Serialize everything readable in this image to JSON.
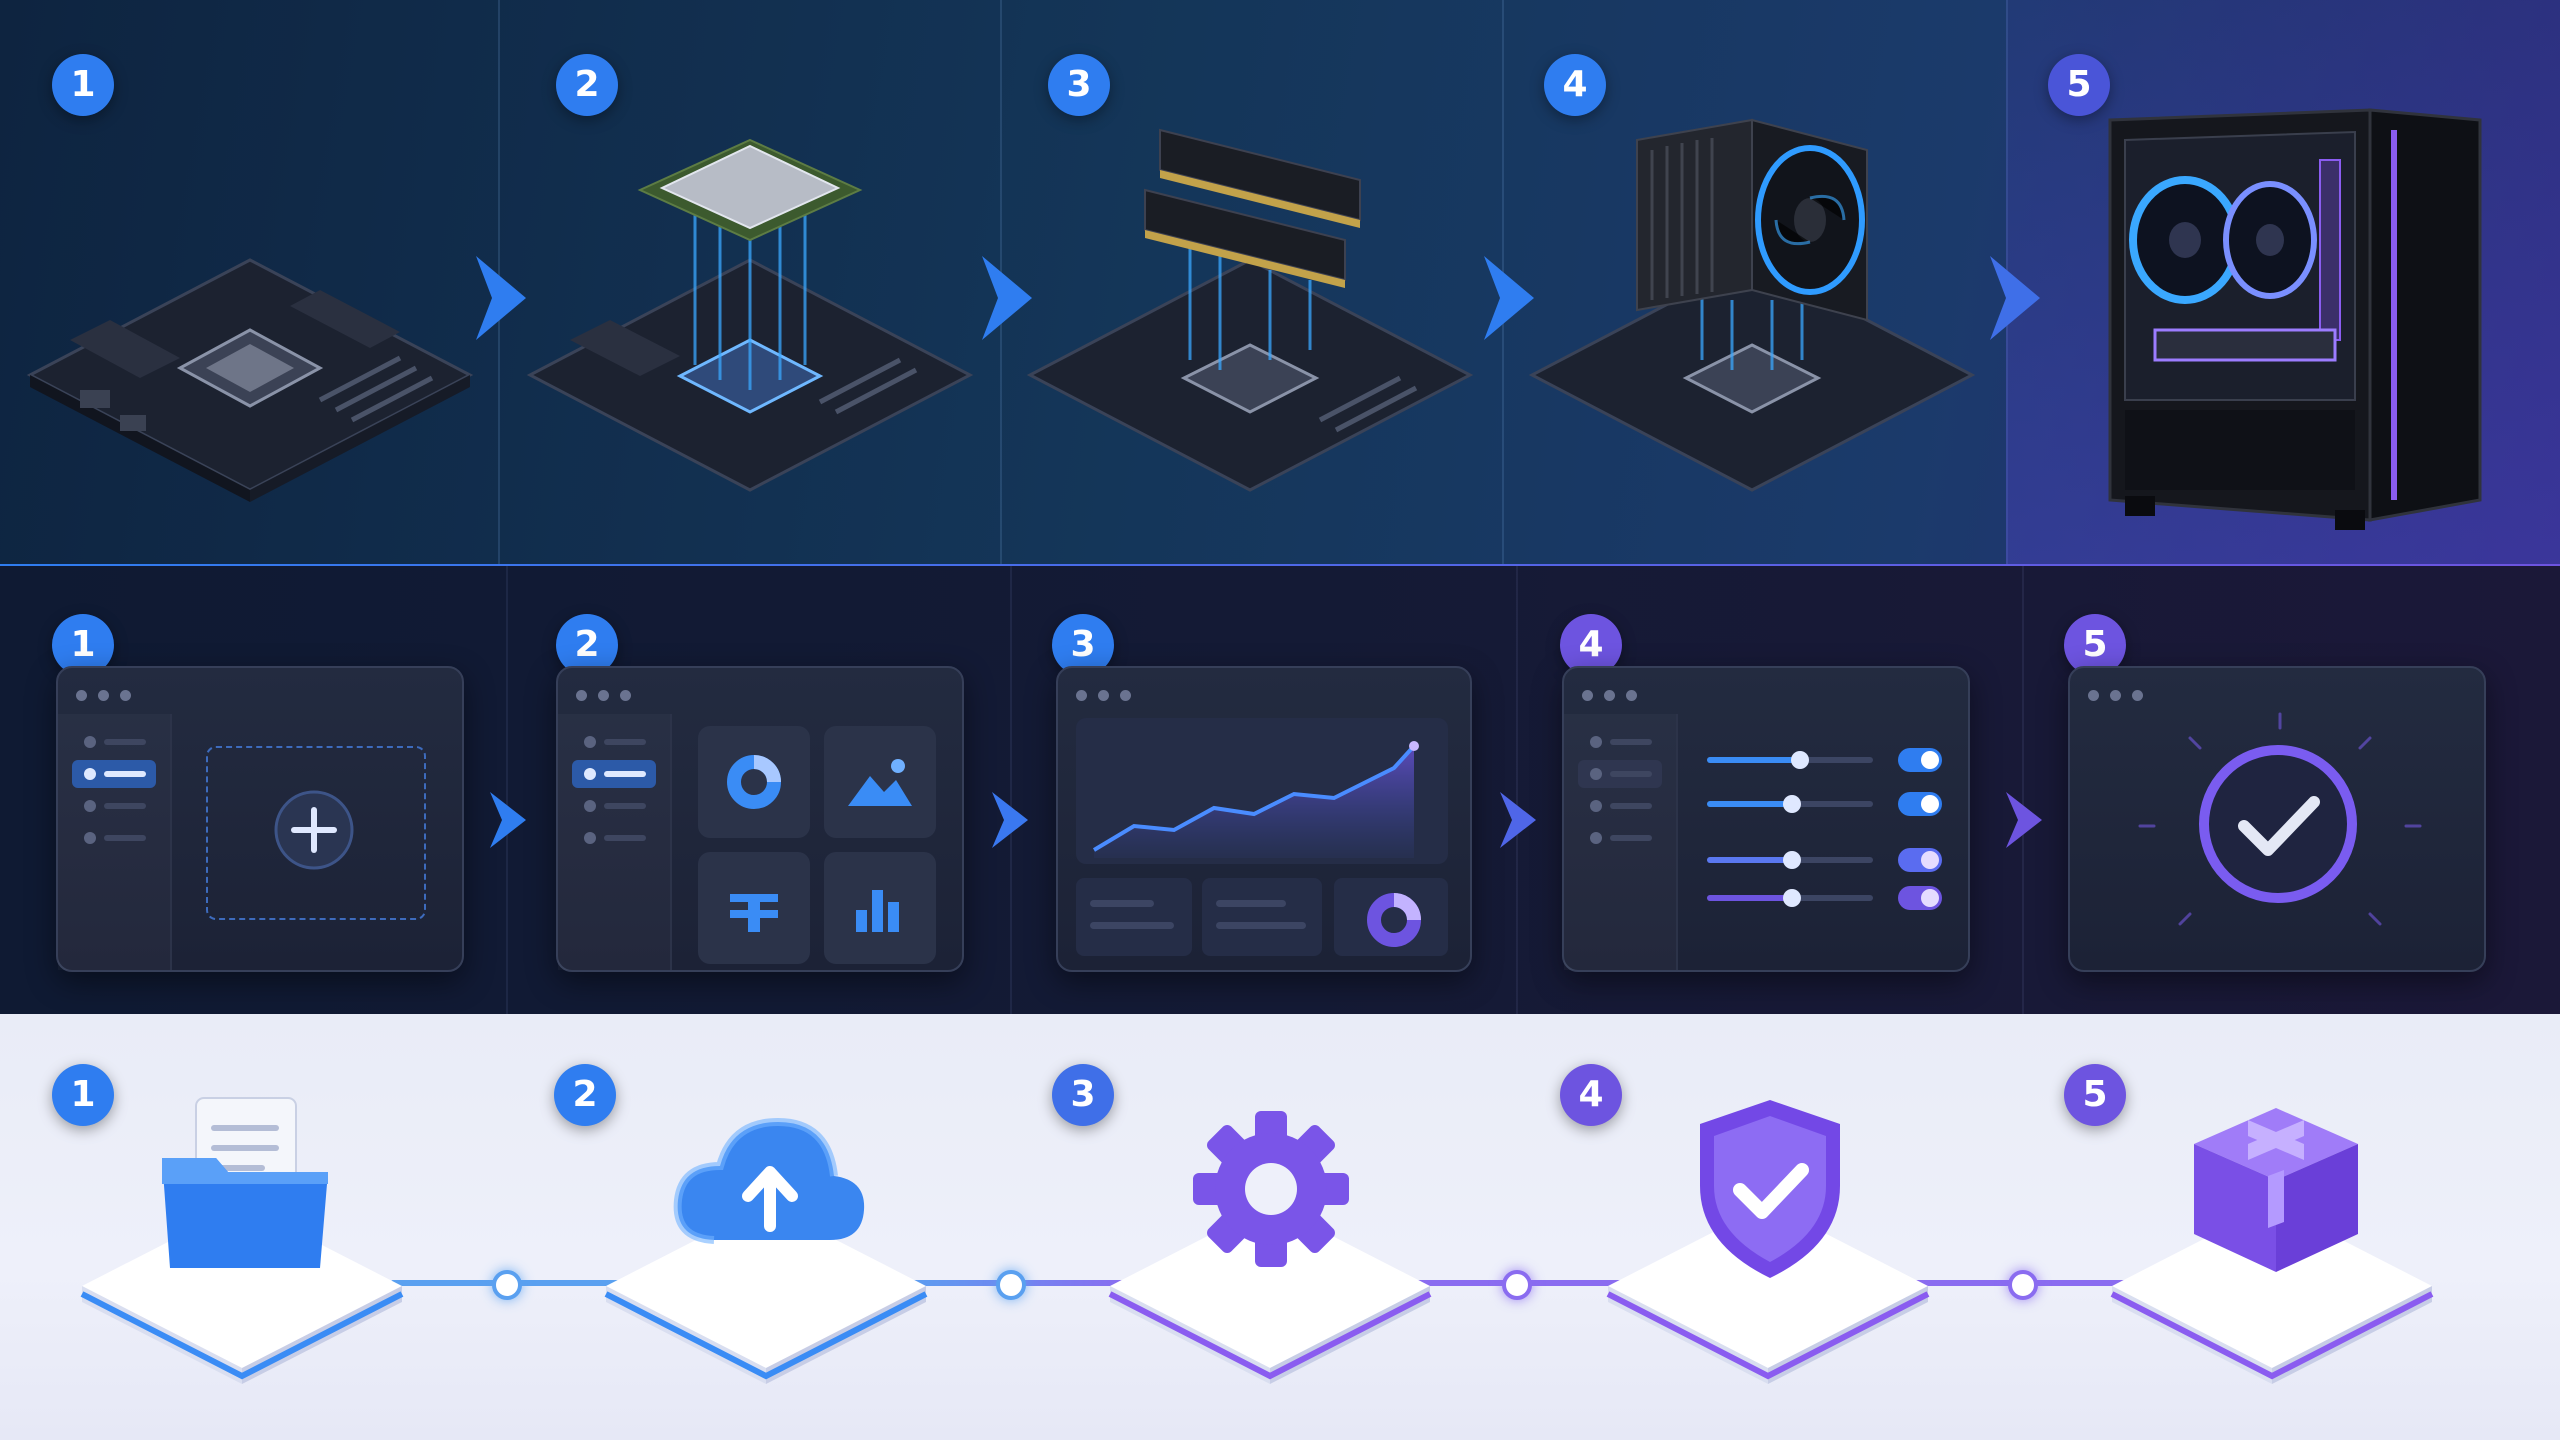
{
  "hardware_steps": [
    {
      "number": "1",
      "icon": "motherboard-icon"
    },
    {
      "number": "2",
      "icon": "cpu-install-icon"
    },
    {
      "number": "3",
      "icon": "ram-install-icon"
    },
    {
      "number": "4",
      "icon": "cpu-cooler-install-icon"
    },
    {
      "number": "5",
      "icon": "pc-case-icon"
    }
  ],
  "ui_steps": [
    {
      "number": "1",
      "icon": "add-content-icon"
    },
    {
      "number": "2",
      "icon": "widget-select-icon"
    },
    {
      "number": "3",
      "icon": "analytics-chart-icon"
    },
    {
      "number": "4",
      "icon": "settings-sliders-icon"
    },
    {
      "number": "5",
      "icon": "check-complete-icon"
    }
  ],
  "flow_steps": [
    {
      "number": "1",
      "icon": "folder-document-icon"
    },
    {
      "number": "2",
      "icon": "cloud-upload-icon"
    },
    {
      "number": "3",
      "icon": "gear-icon"
    },
    {
      "number": "4",
      "icon": "shield-check-icon"
    },
    {
      "number": "5",
      "icon": "package-box-icon"
    }
  ],
  "colors": {
    "badge_blue": "#2f7df0",
    "badge_violet": "#6d54e0",
    "accent_glow": "#3aa8ff",
    "accent_purple": "#8a5cf0"
  }
}
